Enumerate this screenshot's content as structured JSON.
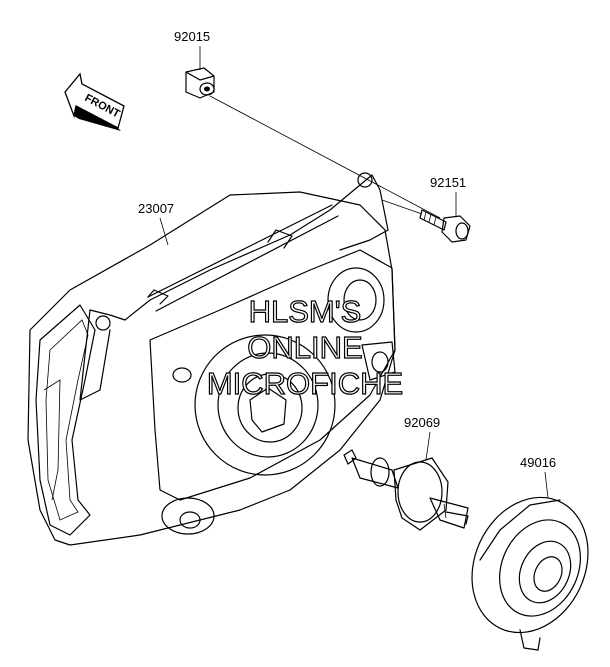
{
  "diagram": {
    "front_label": "FRONT",
    "parts": [
      {
        "number": "92015",
        "item": "clip-nut"
      },
      {
        "number": "92151",
        "item": "bolt"
      },
      {
        "number": "23007",
        "item": "headlamp-housing"
      },
      {
        "number": "92069",
        "item": "bulb"
      },
      {
        "number": "49016",
        "item": "boot-cover"
      }
    ],
    "watermark": [
      "HLSM'S",
      "ONLINE",
      "MICROFICHE"
    ]
  }
}
